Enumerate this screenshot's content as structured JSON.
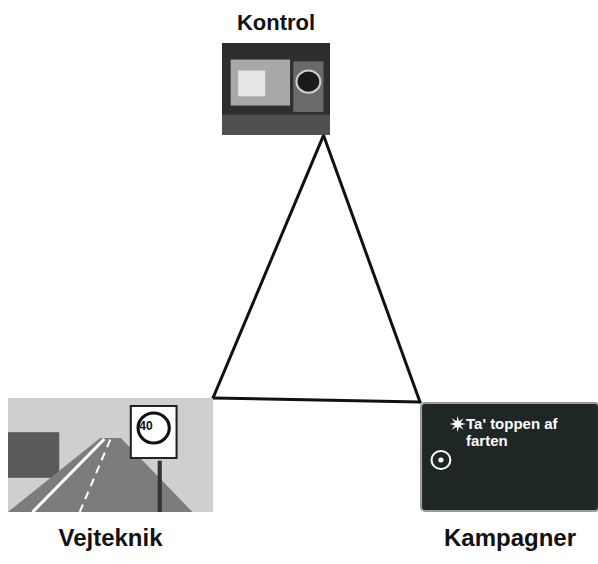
{
  "diagram": {
    "nodes": [
      {
        "text": [
          "Kontrol"
        ]
      },
      {
        "text": [
          "Vejteknik"
        ]
      },
      {
        "text": [
          "Kampagner"
        ]
      }
    ],
    "edges": [
      {
        "from": 0,
        "to": 1,
        "arrow": "none"
      },
      {
        "from": 0,
        "to": 2,
        "arrow": "none"
      },
      {
        "from": 1,
        "to": 2,
        "arrow": "none"
      }
    ],
    "labels": [
      "Ta' toppen af farten",
      "40"
    ]
  }
}
